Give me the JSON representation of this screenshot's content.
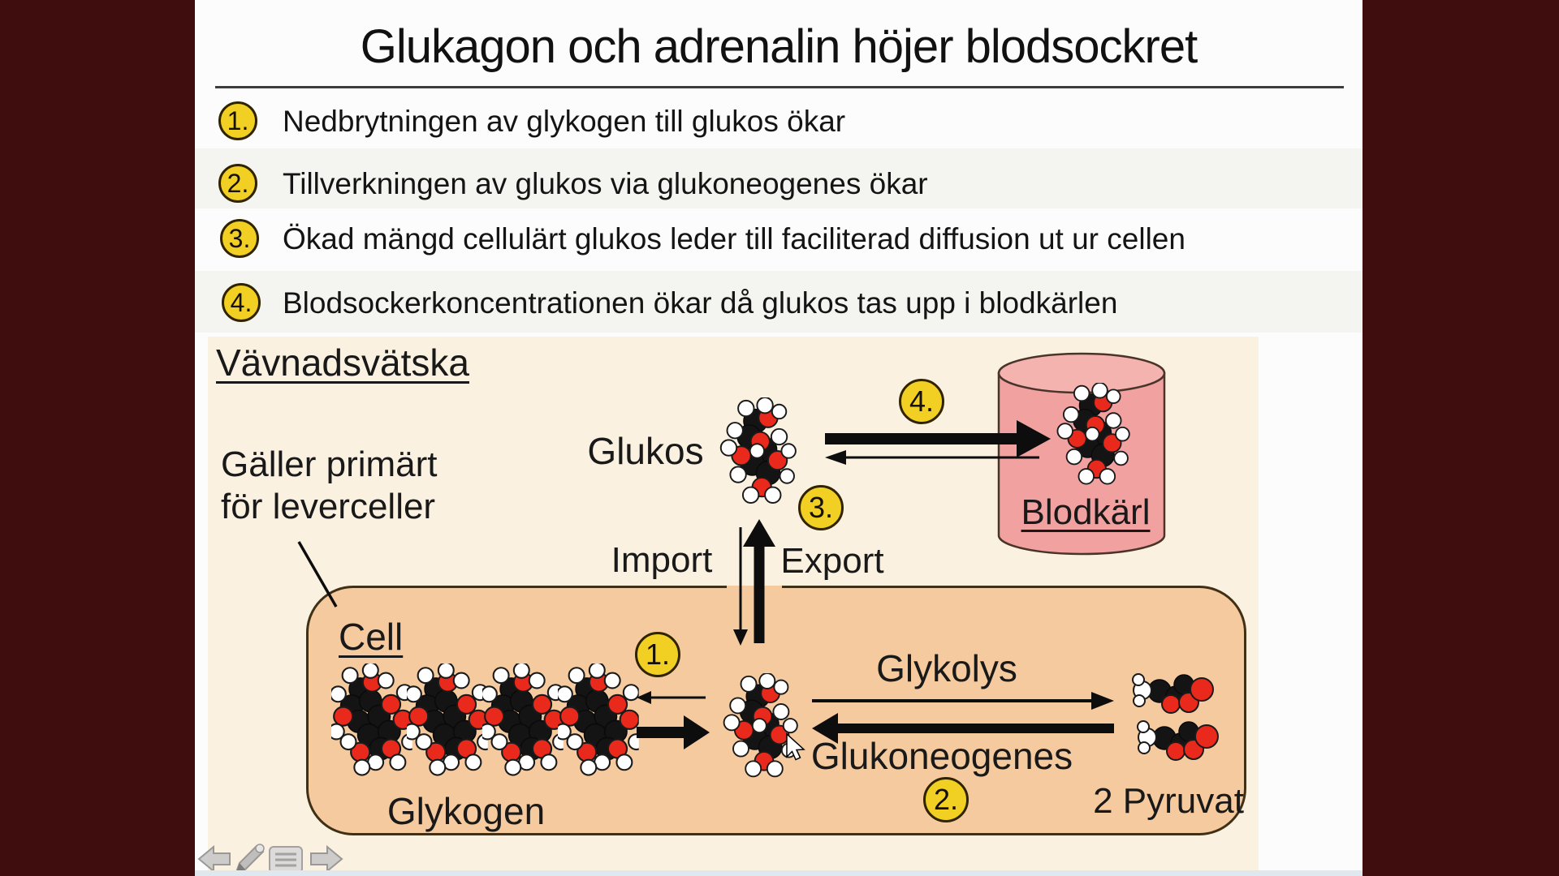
{
  "slide": {
    "title": "Glukagon och adrenalin höjer blodsockret",
    "steps": [
      {
        "num": "1.",
        "text": "Nedbrytningen av glykogen till glukos ökar"
      },
      {
        "num": "2.",
        "text": "Tillverkningen av glukos via glukoneogenes ökar"
      },
      {
        "num": "3.",
        "text": "Ökad mängd cellulärt glukos leder till faciliterad diffusion ut ur cellen"
      },
      {
        "num": "4.",
        "text": "Blodsockerkoncentrationen ökar då glukos tas upp i blodkärlen"
      }
    ]
  },
  "diagram": {
    "tissue_fluid_label": "Vävnadsvätska",
    "note_line1": "Gäller primärt",
    "note_line2": "för leverceller",
    "glucose_label": "Glukos",
    "blood_vessel_label": "Blodkärl",
    "import_label": "Import",
    "export_label": "Export",
    "cell_label": "Cell",
    "glycogen_label": "Glykogen",
    "glycolysis_label": "Glykolys",
    "gluconeogenesis_label": "Glukoneogenes",
    "pyruvate_label": "2 Pyruvat",
    "badge_1": "1.",
    "badge_2": "2.",
    "badge_3": "3.",
    "badge_4": "4."
  },
  "colors": {
    "backdrop": "#3f0d0d",
    "slide_bg": "#fcfcfc",
    "diagram_bg": "#fbf1e0",
    "cell_fill": "#f5ca9f",
    "vessel_fill": "#f2a1a1",
    "badge_fill": "#f2d023",
    "oxygen_atom": "#e8291b",
    "carbon_atom": "#141414",
    "hydrogen_atom": "#ffffff"
  },
  "toolbar": {
    "icons": [
      "previous-page",
      "pen-tool",
      "page-menu",
      "next-page"
    ]
  }
}
